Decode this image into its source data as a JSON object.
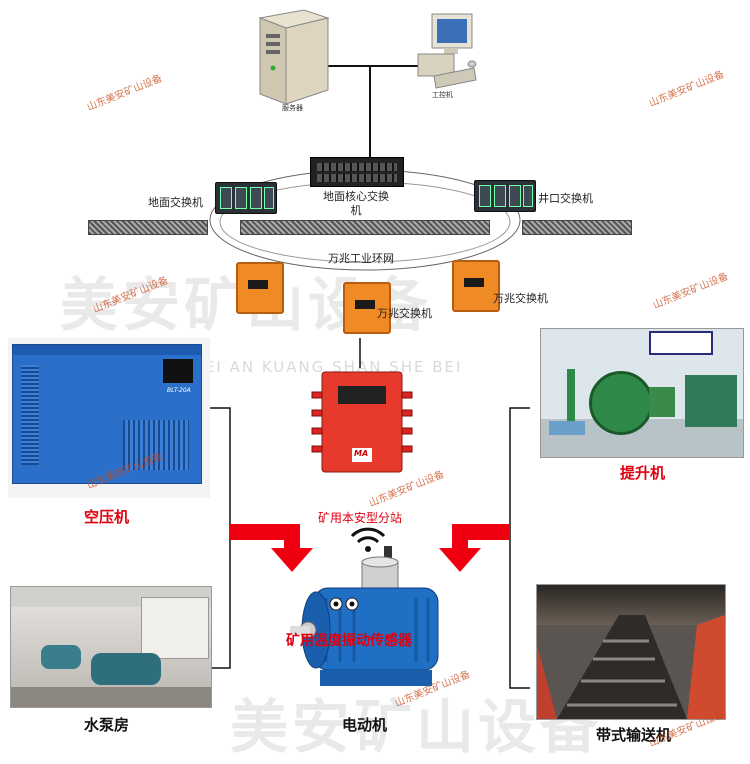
{
  "labels": {
    "server": "服务器",
    "workstation": "工控机",
    "ground_switch": "地面交换机",
    "core_switch": "地面核心交换机",
    "shaft_switch": "井口交换机",
    "ring_network": "万兆工业环网",
    "gigabit_switch_center": "万兆交换机",
    "gigabit_switch_right": "万兆交换机",
    "substation": "矿用本安型分站",
    "sensor": "矿用温度振动传感器",
    "air_compressor": "空压机",
    "pump_house": "水泵房",
    "motor": "电动机",
    "hoist": "提升机",
    "belt_conveyor": "带式输送机",
    "compressor_model": "BLT-20A",
    "station_badge": "MA"
  },
  "watermarks": {
    "small": "山东美安矿山设备",
    "big": "美安矿山设备",
    "pinyin": "MEI AN KUANG SHAN SHE BEI"
  },
  "colors": {
    "accent_red": "#e00010",
    "orange_box": "#f08a24",
    "motor_blue": "#1f6fc4",
    "compressor_blue": "#2a6fc9"
  }
}
